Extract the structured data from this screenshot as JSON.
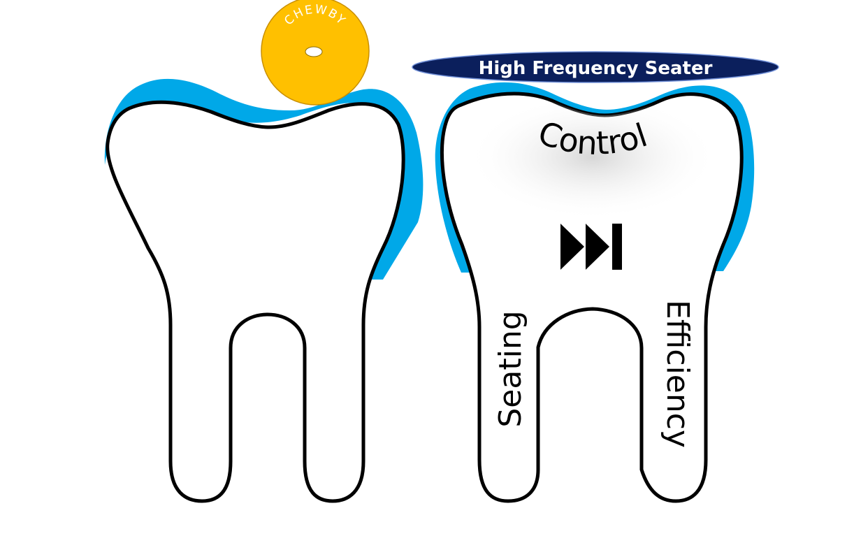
{
  "colors": {
    "outline": "#000000",
    "cap": "#00a8e8",
    "chewby_fill": "#ffc000",
    "chewby_stroke": "#c98f00",
    "banner_fill": "#0b1f5c",
    "banner_text": "#ffffff",
    "word_text": "#000000"
  },
  "chewby": {
    "label": "CHEWBY"
  },
  "banner": {
    "label": "High Frequency Seater"
  },
  "labels": {
    "control": "Control",
    "seating": "Seating",
    "efficiency": "Efficiency"
  },
  "icons": {
    "next": "fast-forward-end-icon"
  }
}
